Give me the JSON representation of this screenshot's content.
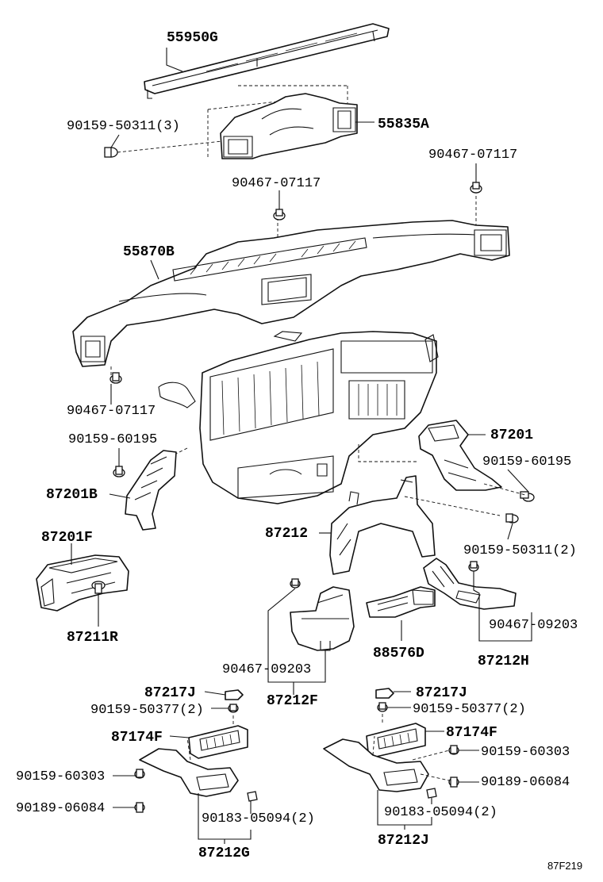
{
  "diagram": {
    "part_labels": {
      "p55950G": "55950G",
      "p90159_50311_3": "90159-50311(3)",
      "p55835A": "55835A",
      "p90467_07117_a": "90467-07117",
      "p90467_07117_b": "90467-07117",
      "p55870B": "55870B",
      "p90467_07117_c": "90467-07117",
      "p90159_60195_a": "90159-60195",
      "p87201": "87201",
      "p90159_60195_b": "90159-60195",
      "p87201B": "87201B",
      "p87212": "87212",
      "p90159_50311_2": "90159-50311(2)",
      "p87201F": "87201F",
      "p87211R": "87211R",
      "p90467_09203_a": "90467-09203",
      "p87212H": "87212H",
      "p88576D": "88576D",
      "p90467_09203_b": "90467-09203",
      "p87212F": "87212F",
      "p87217J_a": "87217J",
      "p90159_50377_a": "90159-50377(2)",
      "p87174F_a": "87174F",
      "p90159_60303_a": "90159-60303",
      "p90189_06084_a": "90189-06084",
      "p90183_05094_a": "90183-05094(2)",
      "p87212G": "87212G",
      "p87217J_b": "87217J",
      "p90159_50377_b": "90159-50377(2)",
      "p87174F_b": "87174F",
      "p90159_60303_b": "90159-60303",
      "p90189_06084_b": "90189-06084",
      "p90183_05094_b": "90183-05094(2)",
      "p87212J": "87212J"
    },
    "figure_code": "87F219"
  }
}
